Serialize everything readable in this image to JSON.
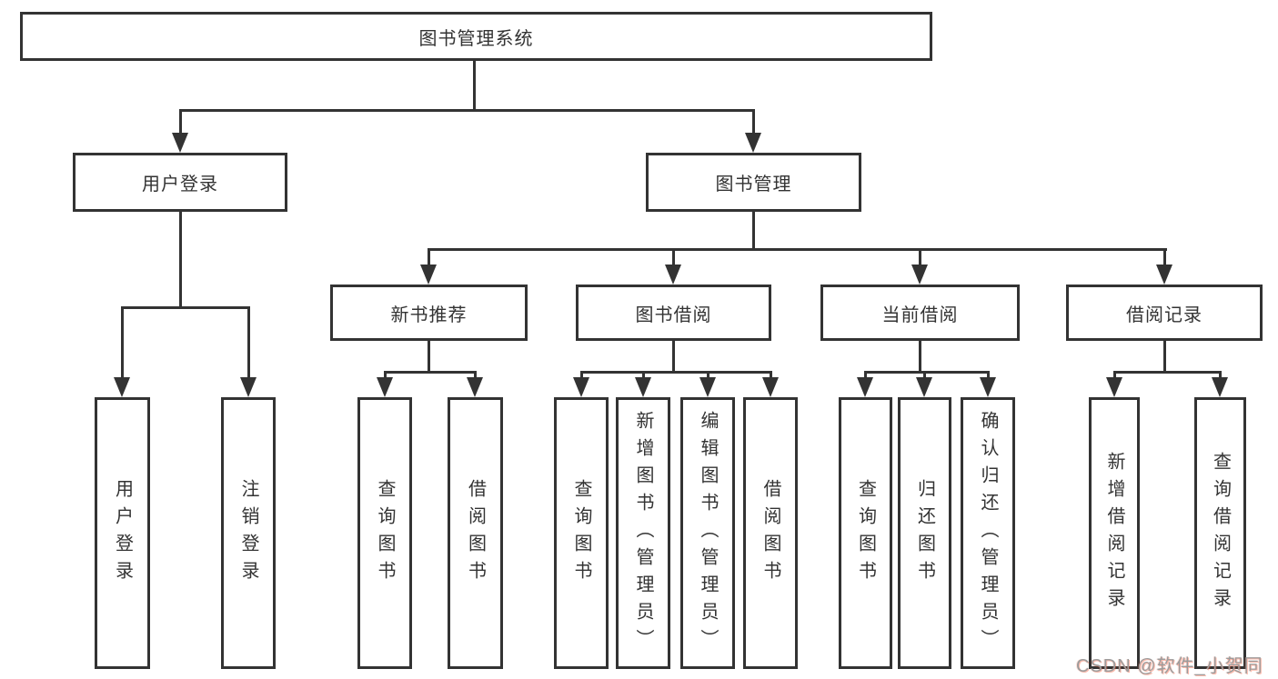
{
  "diagram_title": "图书管理系统",
  "nodes": {
    "root": "图书管理系统",
    "level2": [
      "用户登录",
      "图书管理"
    ],
    "level3": [
      "新书推荐",
      "图书借阅",
      "当前借阅",
      "借阅记录"
    ],
    "leaves": [
      "用户登录",
      "注销登录",
      "查询图书",
      "借阅图书",
      "查询图书",
      "新增图书（管理员）",
      "编辑图书（管理员）",
      "借阅图书",
      "查询图书",
      "归还图书",
      "确认归还（管理员）",
      "新增借阅记录",
      "查询借阅记录"
    ]
  },
  "hierarchy": {
    "图书管理系统": [
      "用户登录",
      "图书管理"
    ],
    "用户登录": [
      "用户登录",
      "注销登录"
    ],
    "图书管理": [
      "新书推荐",
      "图书借阅",
      "当前借阅",
      "借阅记录"
    ],
    "新书推荐": [
      "查询图书",
      "借阅图书"
    ],
    "图书借阅": [
      "查询图书",
      "新增图书（管理员）",
      "编辑图书（管理员）",
      "借阅图书"
    ],
    "当前借阅": [
      "查询图书",
      "归还图书",
      "确认归还（管理员）"
    ],
    "借阅记录": [
      "新增借阅记录",
      "查询借阅记录"
    ]
  },
  "watermark": "CSDN @软件_小贺同学",
  "colors": {
    "background": "#ffffff",
    "line": "#333333",
    "box_border": "#333333",
    "text": "#333333",
    "watermark_gray": "#9c9c9c",
    "watermark_red": "#fc5531"
  }
}
